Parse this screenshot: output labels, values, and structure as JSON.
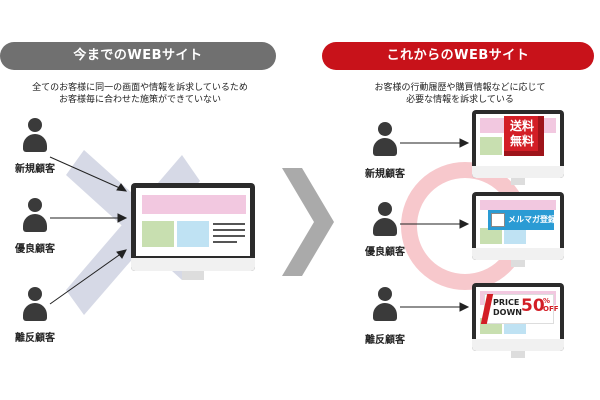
{
  "left": {
    "header": "今までのWEBサイト",
    "desc_lines": [
      "全てのお客様に同一の画面や情報を訴求しているため",
      "お客様毎に合わせた施策ができていない"
    ],
    "customers": [
      "新規顧客",
      "優良顧客",
      "離反顧客"
    ]
  },
  "right": {
    "header": "これからのWEBサイト",
    "desc_lines": [
      "お客様の行動履歴や購買情報などに応じて",
      "必要な情報を訴求している"
    ],
    "customers": [
      "新規顧客",
      "優良顧客",
      "離反顧客"
    ],
    "ads": {
      "shipping_line1": "送料",
      "shipping_line2": "無料",
      "newsletter": "メルマガ登録",
      "price": "PRICE",
      "down": "DOWN",
      "percent": "50",
      "pct_sign": "%",
      "off": "OFF"
    }
  },
  "colors": {
    "left_header": "#707070",
    "right_header": "#c8121a",
    "x_shape": "#d6d9e6",
    "center_arrow": "#aaaaaa",
    "ring": "#f7c8cc"
  }
}
